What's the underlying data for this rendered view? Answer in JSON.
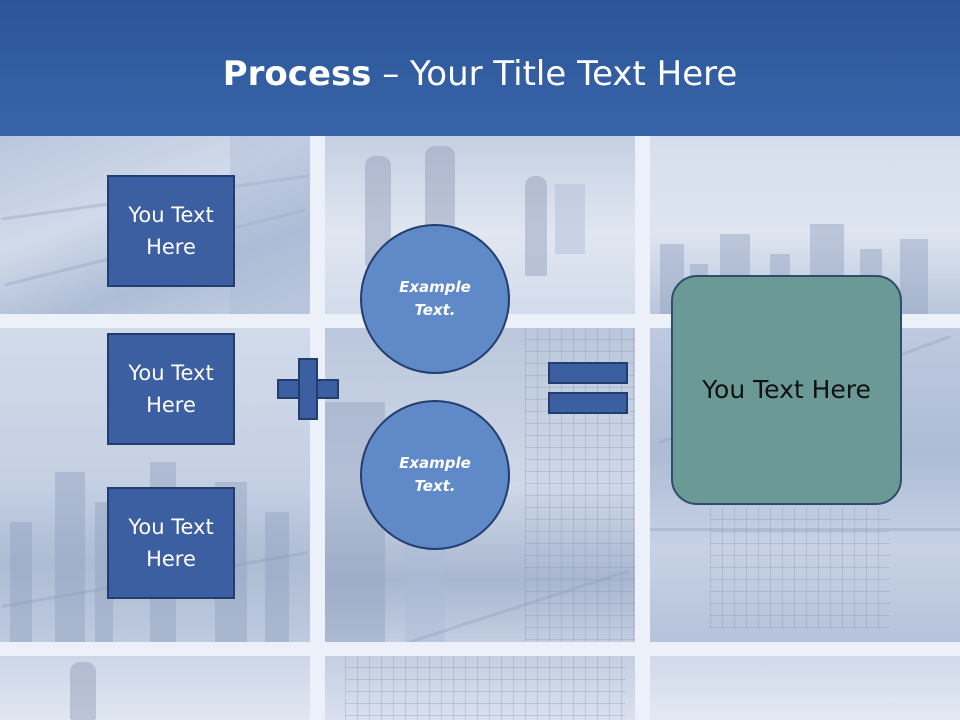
{
  "title": {
    "bold": "Process",
    "rest": " – Your Title Text Here"
  },
  "boxes": [
    {
      "label": "You Text Here"
    },
    {
      "label": "You Text Here"
    },
    {
      "label": "You Text Here"
    }
  ],
  "circles": [
    {
      "label": "Example Text."
    },
    {
      "label": "Example Text."
    }
  ],
  "result": {
    "label": "You Text Here"
  },
  "colors": {
    "header": "#3764a9",
    "box_fill": "#3b5fa0",
    "circle_fill": "#5f8ac7",
    "result_fill": "#6a9996",
    "outline": "#223d6e"
  },
  "icons": [
    "plus-icon",
    "equals-icon"
  ]
}
